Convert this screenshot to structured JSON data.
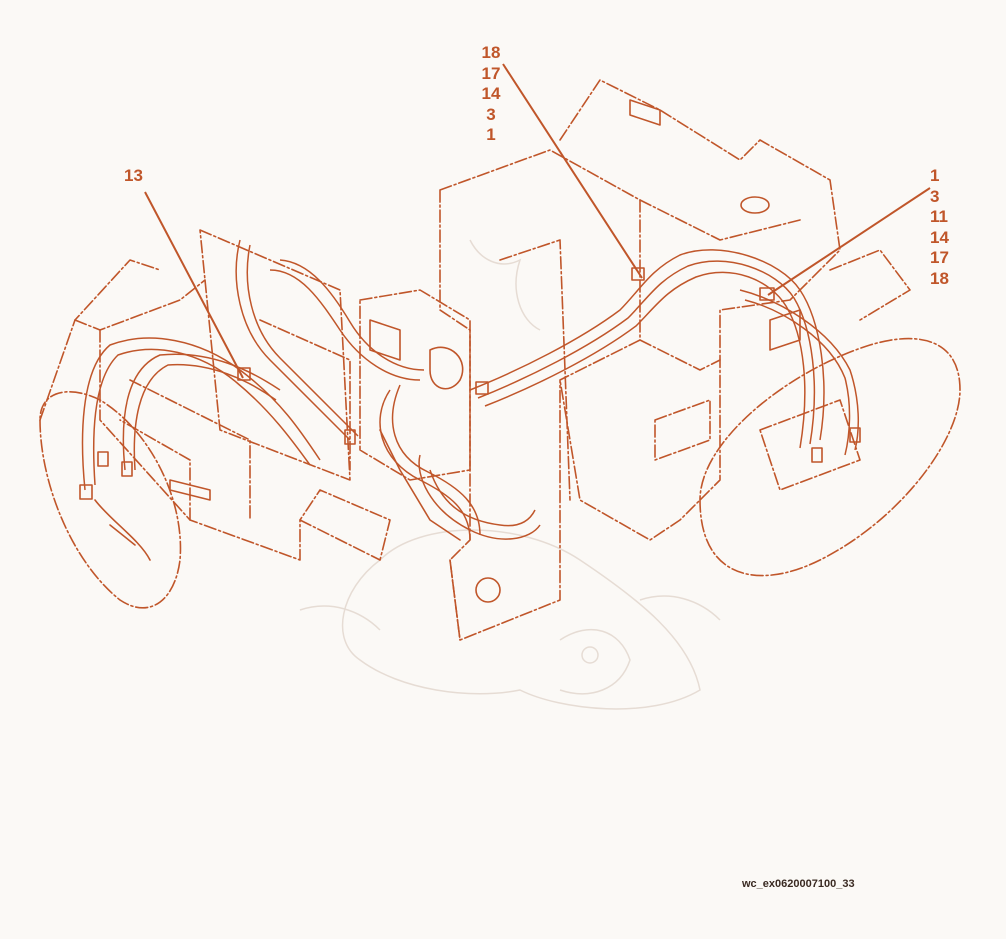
{
  "diagram": {
    "callouts_left": [
      "13"
    ],
    "callouts_top": [
      "18",
      "17",
      "14",
      "3",
      "1"
    ],
    "callouts_right": [
      "1",
      "3",
      "11",
      "14",
      "17",
      "18"
    ],
    "caption": "wc_ex0620007100_33",
    "line_color": "#c0562a"
  }
}
